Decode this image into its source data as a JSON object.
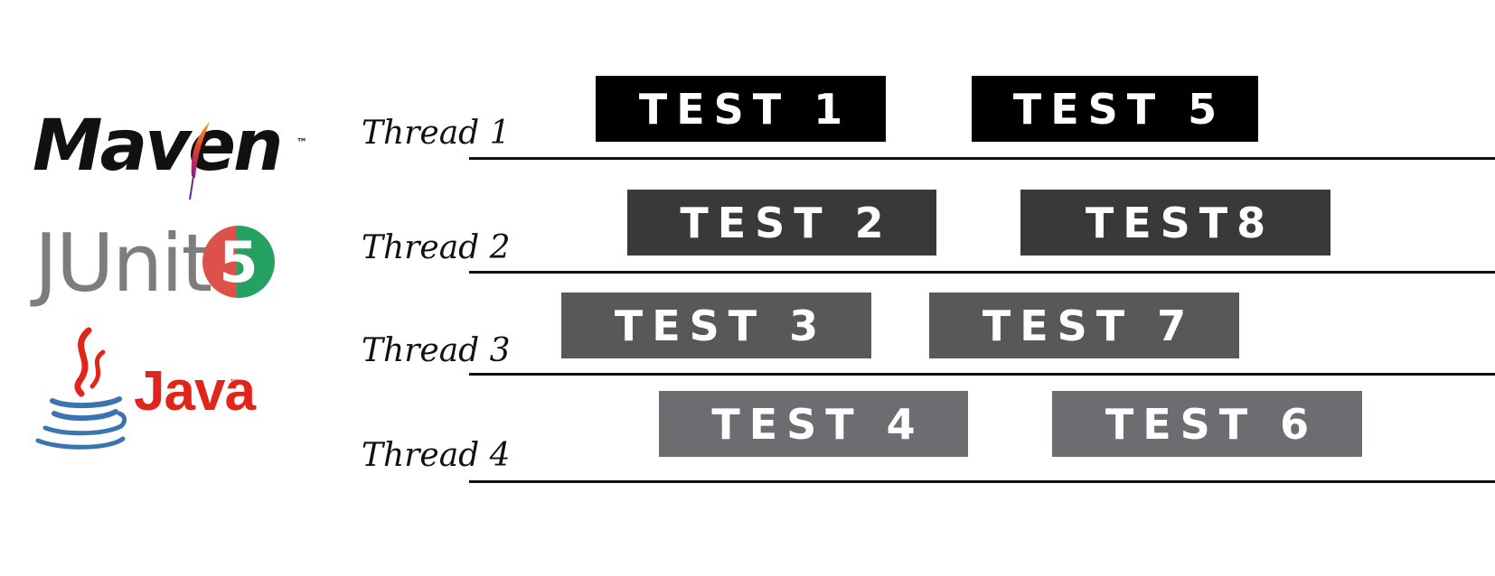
{
  "logos": {
    "maven": {
      "text": "Maven",
      "tm": "™",
      "feather_icon": "apache-feather-icon"
    },
    "junit": {
      "text": "JUnit",
      "badge": "5",
      "badge_colors": [
        "#dc524a",
        "#25a162"
      ]
    },
    "java": {
      "text": "Java",
      "tm": "™",
      "cup_icon": "java-cup-icon",
      "text_color": "#e1251b",
      "cup_color": "#3a75b0"
    }
  },
  "threads": [
    {
      "label": "Thread 1"
    },
    {
      "label": "Thread 2"
    },
    {
      "label": "Thread 3"
    },
    {
      "label": "Thread 4"
    }
  ],
  "tests": [
    {
      "label": "TEST 1",
      "thread": "Thread 1",
      "color": "#000000"
    },
    {
      "label": "TEST 5",
      "thread": "Thread 1",
      "color": "#000000"
    },
    {
      "label": "TEST 2",
      "thread": "Thread 2",
      "color": "#39393b"
    },
    {
      "label": "TEST8",
      "thread": "Thread 2",
      "color": "#39393b"
    },
    {
      "label": "TEST 3",
      "thread": "Thread 3",
      "color": "#58585a"
    },
    {
      "label": "TEST 7",
      "thread": "Thread 3",
      "color": "#58585a"
    },
    {
      "label": "TEST 4",
      "thread": "Thread 4",
      "color": "#6c6d70"
    },
    {
      "label": "TEST 6",
      "thread": "Thread 4",
      "color": "#6c6d70"
    }
  ]
}
